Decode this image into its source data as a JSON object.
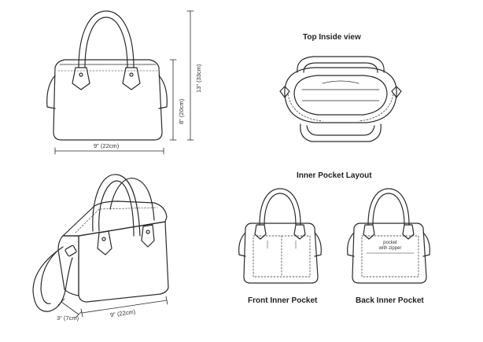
{
  "labels": {
    "top_inside_view": "Top Inside view",
    "inner_pocket_layout": "Inner Pocket Layout",
    "front_inner_pocket": "Front Inner Pocket",
    "back_inner_pocket": "Back Inner Pocket",
    "width_dim": "9\" (22cm)",
    "height_body_dim": "8\" (20cm)",
    "height_total_dim": "13\" (33cm)",
    "width_dim_3d": "9\" (22cm)",
    "depth_dim_3d": "3\" (7cm)",
    "pocket_zipper_line1": "pocket",
    "pocket_zipper_line2": "with zipper"
  },
  "colors": {
    "outline": "#2a2a2a",
    "background": "#ffffff"
  }
}
